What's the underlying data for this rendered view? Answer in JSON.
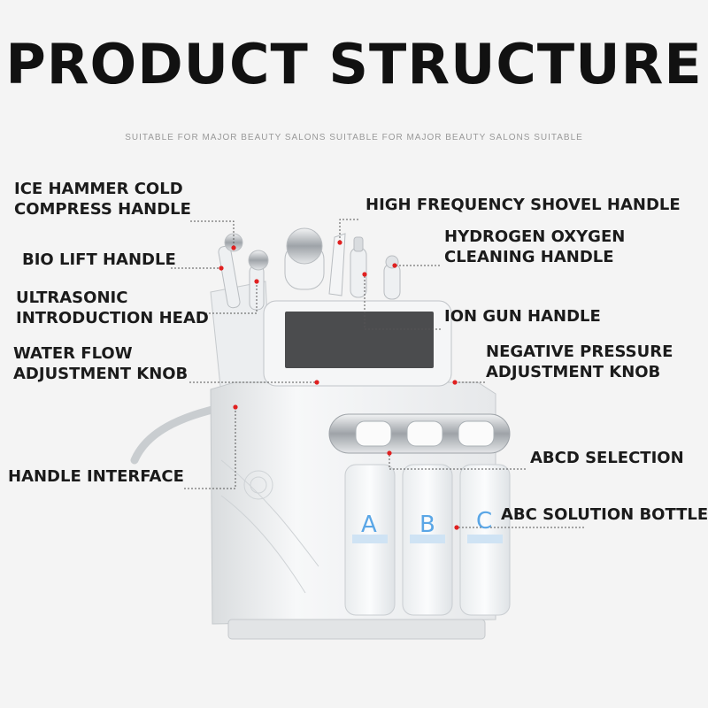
{
  "title": "PRODUCT STRUCTURE",
  "subtitle": "SUITABLE FOR MAJOR BEAUTY SALONS SUITABLE FOR MAJOR BEAUTY SALONS SUITABLE",
  "labels": {
    "ice_hammer": [
      "ICE HAMMER COLD",
      "COMPRESS HANDLE"
    ],
    "bio_lift": [
      "BIO LIFT HANDLE"
    ],
    "ultrasonic": [
      "ULTRASONIC",
      "INTRODUCTION HEAD"
    ],
    "water_flow": [
      "WATER FLOW",
      "ADJUSTMENT KNOB"
    ],
    "handle_interface": [
      "HANDLE INTERFACE"
    ],
    "high_frequency": [
      "HIGH FREQUENCY SHOVEL HANDLE"
    ],
    "hydrogen_oxygen": [
      "HYDROGEN OXYGEN",
      "CLEANING HANDLE"
    ],
    "ion_gun": [
      "ION GUN HANDLE"
    ],
    "negative_pressure": [
      "NEGATIVE PRESSURE",
      "ADJUSTMENT KNOB"
    ],
    "abcd_selection": [
      "ABCD SELECTION"
    ],
    "abc_bottle": [
      "ABC SOLUTION BOTTLE"
    ]
  },
  "bottle_letters": [
    "A",
    "B",
    "C"
  ],
  "colors": {
    "marker": "#e02020",
    "leader": "#555555",
    "bottle_letter": "#5aa6e6"
  }
}
